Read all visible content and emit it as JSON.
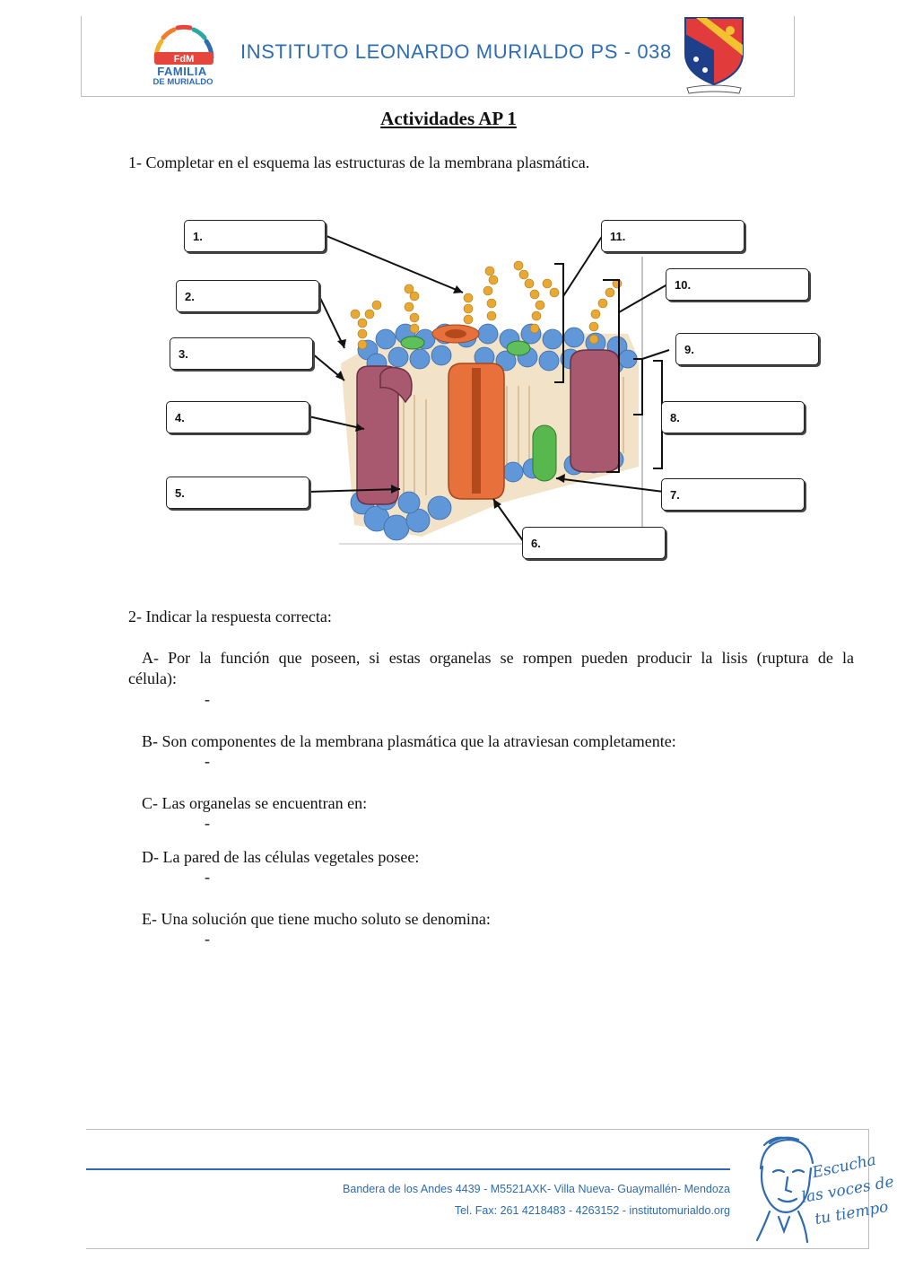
{
  "header": {
    "logo_top": "FdM",
    "logo_line1": "FAMILIA",
    "logo_line2": "DE MURIALDO",
    "institute": "INSTITUTO LEONARDO MURIALDO PS - 038"
  },
  "title": "Actividades AP 1",
  "q1": "1- Completar en el esquema las estructuras de la membrana plasmática.",
  "diagram_labels": [
    "1.",
    "2.",
    "3.",
    "4.",
    "5.",
    "6.",
    "7.",
    "8.",
    "9.",
    "10.",
    "11."
  ],
  "q2": {
    "title": "2- Indicar la respuesta correcta:",
    "items": [
      {
        "text": "A- Por la función que poseen, si estas organelas se rompen pueden producir la lisis (ruptura de la",
        "text2": "célula):",
        "dash": "-"
      },
      {
        "text": "B- Son componentes de la membrana plasmática que la atraviesan completamente:",
        "dash": "-"
      },
      {
        "text": "C- Las organelas se encuentran en:",
        "dash": "-"
      },
      {
        "text": "D- La pared de las células vegetales posee:",
        "dash": "-"
      },
      {
        "text": "E- Una solución que tiene mucho soluto se denomina:",
        "dash": "-"
      }
    ]
  },
  "footer": {
    "address": "Bandera de los Andes 4439 - M5521AXK- Villa Nueva- Guaymallén- Mendoza",
    "tel": "Tel. Fax: 261 4218483 - 4263152 - institutomurialdo.org",
    "slogan1": "Escucha",
    "slogan2": "las voces de",
    "slogan3": "tu tiempo"
  },
  "colors": {
    "brand_blue": "#2e6bb0"
  }
}
